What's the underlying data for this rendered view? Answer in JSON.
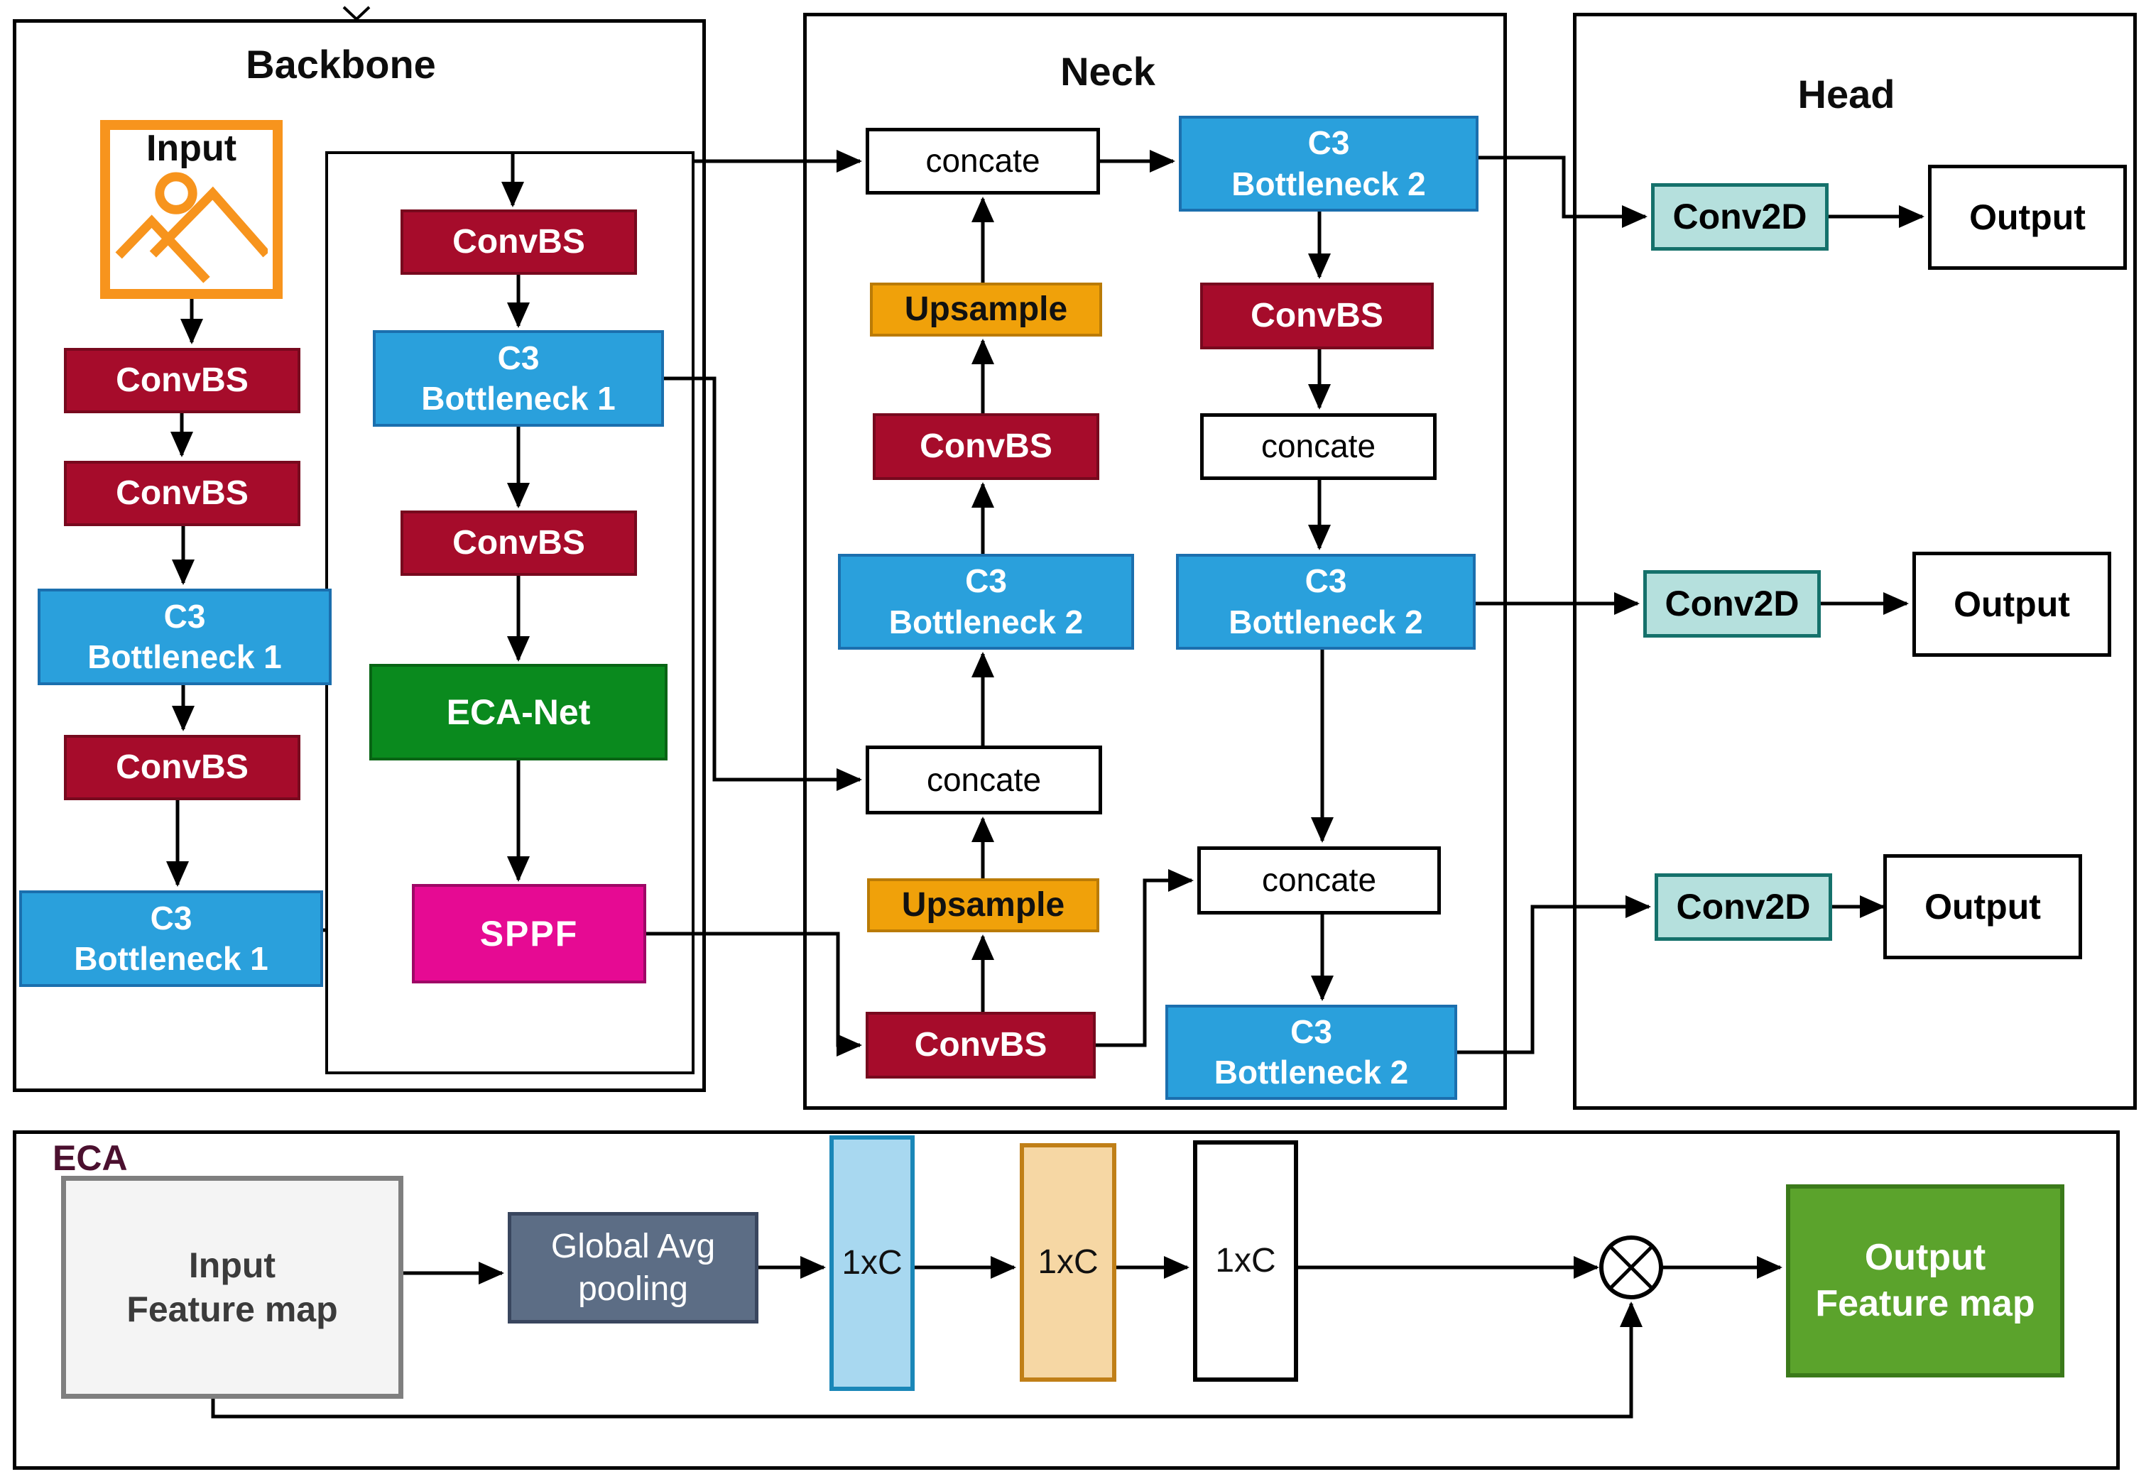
{
  "titles": {
    "backbone": "Backbone",
    "neck": "Neck",
    "head": "Head"
  },
  "backbone": {
    "input_label": "Input",
    "convbs1": "ConvBS",
    "convbs2": "ConvBS",
    "c3_bottleneck1_a": "C3\nBottleneck 1",
    "convbs3": "ConvBS",
    "c3_bottleneck1_b": "C3\nBottleneck 1",
    "convbs4": "ConvBS",
    "c3_bottleneck1_c": "C3\nBottleneck 1",
    "convbs5": "ConvBS",
    "ecanet": "ECA-Net",
    "sppf": "SPPF"
  },
  "neck": {
    "concat_top": "concate",
    "upsample_top": "Upsample",
    "convbs_left": "ConvBS",
    "c3_left": "C3\nBottleneck 2",
    "concat_mid": "concate",
    "upsample_bottom": "Upsample",
    "convbs_bottom": "ConvBS",
    "c3_right_top": "C3\nBottleneck 2",
    "convbs_right": "ConvBS",
    "concat_right": "concate",
    "c3_right_mid": "C3\nBottleneck 2",
    "concat_right_bottom": "concate",
    "c3_right_bottom": "C3\nBottleneck 2"
  },
  "head": {
    "rows": [
      {
        "conv": "Conv2D",
        "output": "Output"
      },
      {
        "conv": "Conv2D",
        "output": "Output"
      },
      {
        "conv": "Conv2D",
        "output": "Output"
      }
    ]
  },
  "eca": {
    "label": "ECA",
    "input_feature_map": "Input\nFeature map",
    "global_avg_pooling": "Global Avg\npooling",
    "vector1": "1xC",
    "vector2": "1xC",
    "vector3": "1xC",
    "output_feature_map": "Output\nFeature map"
  },
  "colors": {
    "convbs_fill": "#A60C2B",
    "convbs_border": "#77091E",
    "c3_fill": "#2AA0DC",
    "c3_border": "#1B6FAE",
    "upsample_fill": "#F0A10A",
    "upsample_border": "#BA7B06",
    "ecanet_fill": "#0A8A1E",
    "ecanet_border": "#076414",
    "sppf_fill": "#E60A93",
    "sppf_border": "#9E0766",
    "conv2d_fill": "#B5E0DD",
    "conv2d_border": "#15716B",
    "box_border": "#000000",
    "input_icon": "#F7941D",
    "eca_label": "#4B102F",
    "inputfm_fill": "#F4F4F4",
    "inputfm_border": "#7F7F7F",
    "inputfm_text": "#3B3B3B",
    "gap_fill": "#5C6D85",
    "gap_border": "#39465E",
    "vecblue_fill": "#A8D8F0",
    "vecblue_border": "#1A87B8",
    "vecorange_fill": "#F6D7A4",
    "vecorange_border": "#C07F17",
    "outputfm_fill": "#5BA32C",
    "outputfm_border": "#3B7A1A",
    "line": "#000000"
  }
}
